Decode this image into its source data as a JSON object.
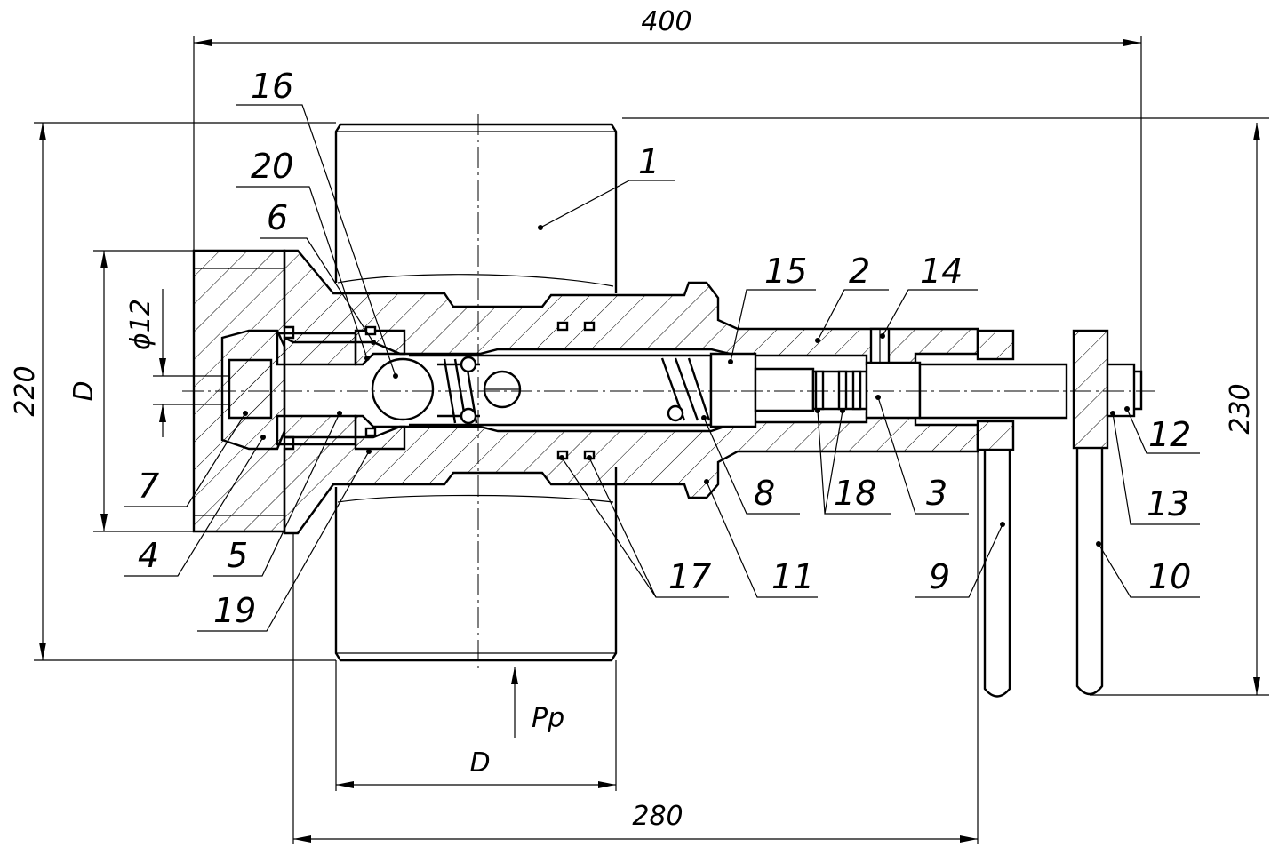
{
  "dimensions": {
    "overall_length": "400",
    "body_length": "280",
    "height_left": "220",
    "height_right": "230",
    "pipe_diameter_bottom": "D",
    "flange_diameter_left": "D",
    "bore_diameter": "ϕ12",
    "pressure": "Pp"
  },
  "part_labels": {
    "p1": "1",
    "p2": "2",
    "p3": "3",
    "p4": "4",
    "p5": "5",
    "p6": "6",
    "p7": "7",
    "p8": "8",
    "p9": "9",
    "p10": "10",
    "p11": "11",
    "p12": "12",
    "p13": "13",
    "p14": "14",
    "p15": "15",
    "p16": "16",
    "p17": "17",
    "p18": "18",
    "p19": "19",
    "p20": "20"
  }
}
